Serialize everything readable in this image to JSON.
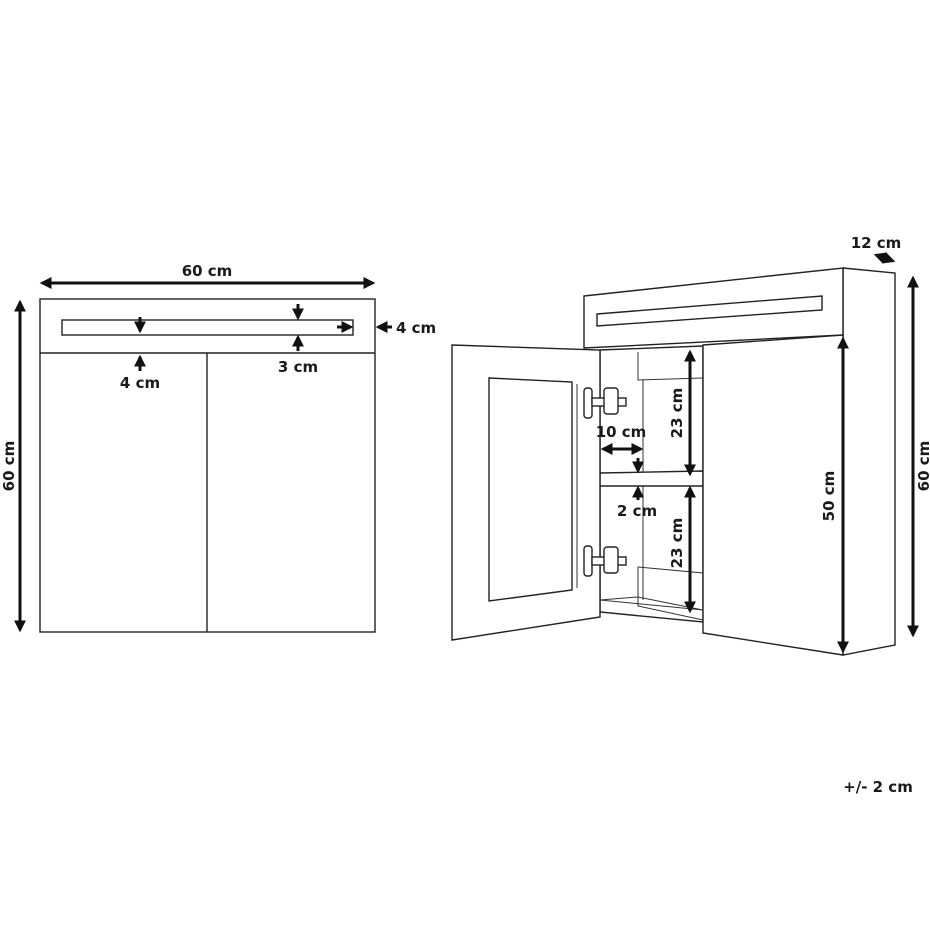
{
  "front_view": {
    "width_label": "60 cm",
    "height_label": "60 cm",
    "light_top_label": "4 cm",
    "light_bottom_label": "4 cm",
    "light_height_label": "3 cm",
    "light_right_label": "4 cm"
  },
  "perspective_view": {
    "depth_label": "12 cm",
    "height_label": "60 cm",
    "door_height_label": "50 cm",
    "upper_compartment_label": "23 cm",
    "lower_compartment_label": "23 cm",
    "shelf_depth_label": "10 cm",
    "shelf_thickness_label": "2 cm"
  },
  "tolerance_label": "+/- 2 cm"
}
